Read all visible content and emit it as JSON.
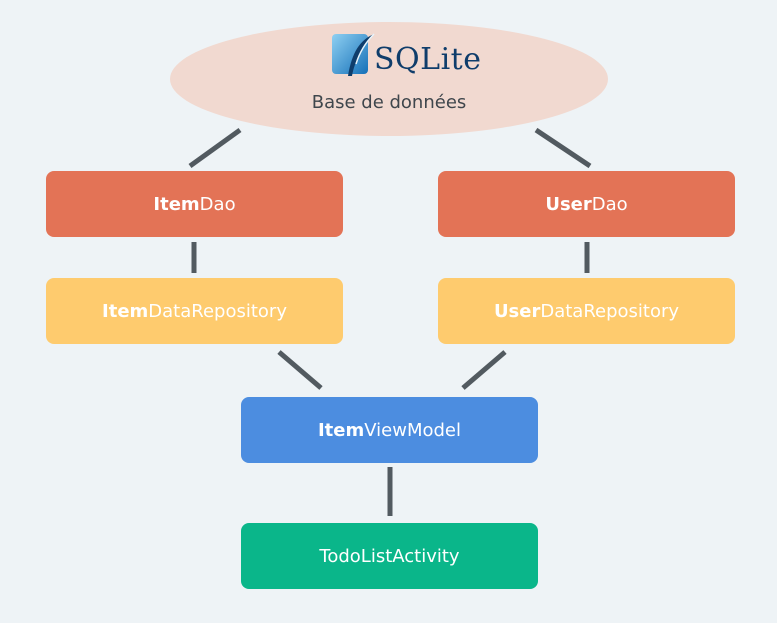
{
  "database": {
    "logo_text": "SQLite",
    "caption": "Base de données"
  },
  "nodes": {
    "item_dao": {
      "bold": "Item",
      "rest": "Dao"
    },
    "user_dao": {
      "bold": "User",
      "rest": "Dao"
    },
    "item_repo": {
      "bold": "Item",
      "rest": "DataRepository"
    },
    "user_repo": {
      "bold": "User",
      "rest": "DataRepository"
    },
    "item_vm": {
      "bold": "Item",
      "rest": "ViewModel"
    },
    "activity": {
      "label": "TodoListActivity"
    }
  },
  "colors": {
    "background": "#eef3f6",
    "database": "#f1d9d0",
    "dao": "#e37356",
    "repository": "#fecb6e",
    "viewmodel": "#4c8de0",
    "activity": "#0ab68a",
    "connector": "#525a60"
  }
}
